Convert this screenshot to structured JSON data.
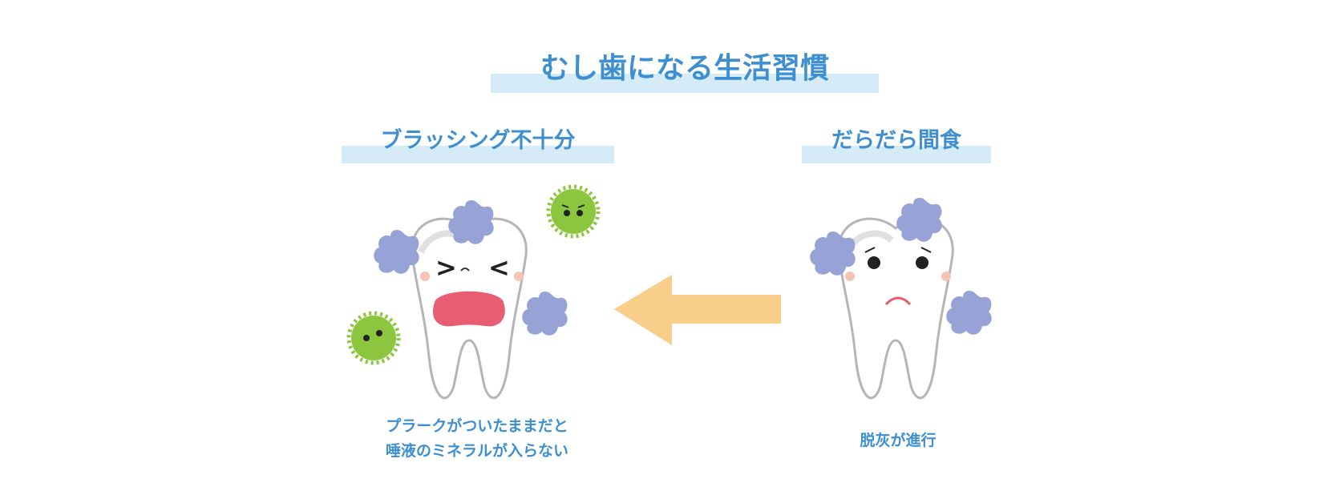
{
  "title": "むし歯になる生活習慣",
  "left": {
    "heading": "ブラッシング不十分",
    "caption_line1": "プラークがついたままだと",
    "caption_line2": "唾液のミネラルが入らない"
  },
  "right": {
    "heading": "だらだら間食",
    "caption": "脱灰が進行"
  },
  "colors": {
    "text": "#3d8fd1",
    "band": "#d5ebf8",
    "arrow": "#f9cd8a",
    "plaque": "#97a3d6",
    "germ": "#8cc63f",
    "mouth": "#e85d71"
  }
}
